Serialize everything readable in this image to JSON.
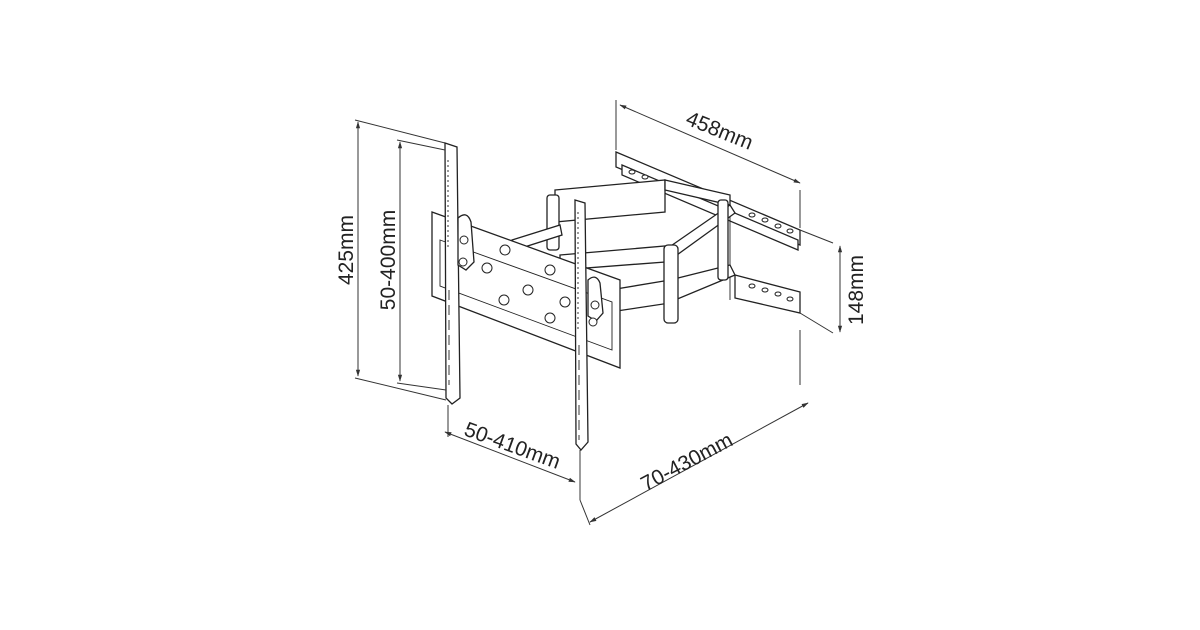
{
  "diagram": {
    "dimensions": {
      "total_height": "425mm",
      "vesa_vertical": "50-400mm",
      "vesa_horizontal": "50-410mm",
      "extension": "70-430mm",
      "wall_plate_width": "458mm",
      "wall_plate_height": "148mm"
    }
  }
}
